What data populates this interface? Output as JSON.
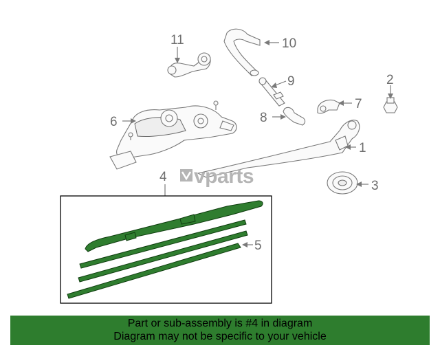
{
  "diagram": {
    "callouts": {
      "c1": "1",
      "c2": "2",
      "c3": "3",
      "c4": "4",
      "c5": "5",
      "c6": "6",
      "c7": "7",
      "c8": "8",
      "c9": "9",
      "c10": "10",
      "c11": "11"
    },
    "watermark": "vparts",
    "highlight_color": "#2e7d2e"
  },
  "banner": {
    "line1": "Part or sub-assembly is #4 in diagram",
    "line2": "Diagram may not be specific to your vehicle",
    "background": "#2e7d2e"
  }
}
